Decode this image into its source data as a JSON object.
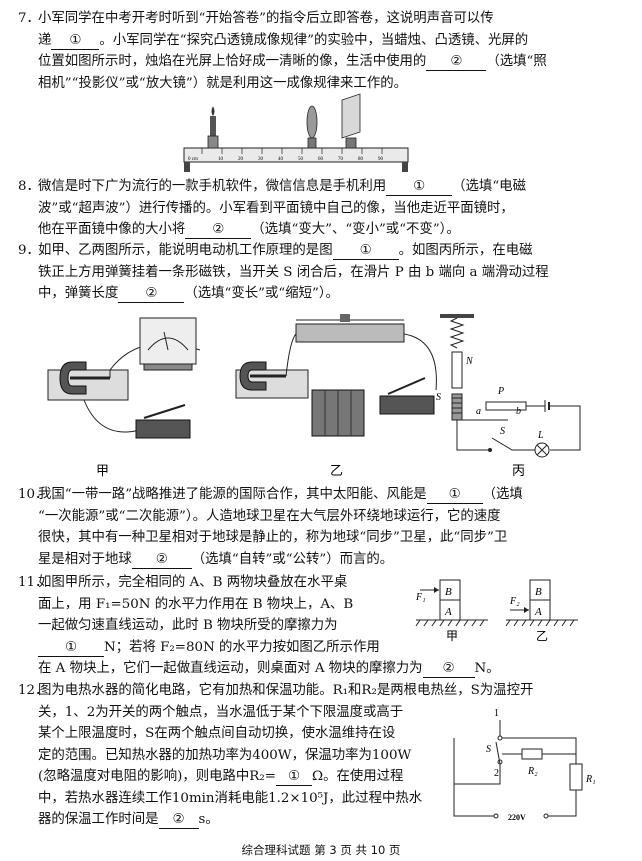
{
  "q7": {
    "number": "7．",
    "l1": "小军同学在中考开考时听到“开始答卷”的指令后立即答卷，这说明声音可以传",
    "l2a": "递",
    "b1": "①",
    "l2b": "。小军同学在“探究凸透镜成像规律”的实验中，当蜡烛、凸透镜、光屏的",
    "l3a": "位置如图所示时，烛焰在光屏上恰好成一清晰的像，生活中使用的",
    "b2": "②",
    "l3b": "（选填“照",
    "l4": "相机”“投影仪”或“放大镜”）就是利用这一成像规律来工作的。",
    "bench_label": "0 cm",
    "ruler_ticks": [
      "10",
      "20",
      "30",
      "40",
      "50",
      "60",
      "70",
      "80",
      "90"
    ]
  },
  "q8": {
    "number": "8．",
    "l1a": "微信是时下广为流行的一款手机软件，微信信息是手机利用",
    "b1": "①",
    "l1b": "（选填“电磁",
    "l2": "波”或“超声波”）进行传播的。小军看到平面镜中自己的像，当他走近平面镜时，",
    "l3a": "他在平面镜中像的大小将",
    "b2": "②",
    "l3b": "（选填“变大”、“变小”或“不变”）。"
  },
  "q9": {
    "number": "9．",
    "l1a": "如甲、乙两图所示，能说明电动机工作原理的是图",
    "b1": "①",
    "l1b": "。如图丙所示，在电磁",
    "l2": "铁正上方用弹簧挂着一条形磁铁，当开关 S 闭合后，在滑片 P 由 b 端向 a 端滑动过程",
    "l3a": "中，弹簧长度",
    "b2": "②",
    "l3b": "（选填“变长”或“缩短”）。",
    "label_jia": "甲",
    "label_yi": "乙",
    "label_bing": "丙",
    "fig_N": "N",
    "fig_S": "S",
    "fig_P": "P",
    "fig_a": "a",
    "fig_b": "b",
    "fig_S2": "S",
    "fig_L": "L"
  },
  "q10": {
    "number": "10．",
    "l1a": "我国“一带一路”战略推进了能源的国际合作，其中太阳能、风能是",
    "b1": "①",
    "l1b": "（选填",
    "l2": "“一次能源”或“二次能源”）。人造地球卫星在大气层外环绕地球运行，它的速度",
    "l3": "很快，其中有一种卫星相对于地球是静止的，称为地球“同步”卫星，此“同步”卫",
    "l4a": "星是相对于地球",
    "b2": "②",
    "l4b": "（选填“自转”或“公转”）而言的。"
  },
  "q11": {
    "number": "11．",
    "l1": "如图甲所示，完全相同的 A、B 两物块叠放在水平桌",
    "l2": "面上，用 F₁=50N 的水平力作用在 B 物块上，A、B",
    "l3": "一起做匀速直线运动，此时 B 物块所受的摩擦力为",
    "b1": "①",
    "l4b": "N；若将 F₂=80N 的水平力按如图乙所示作用",
    "l5a": "在 A 物块上，它们一起做直线运动，则桌面对 A 物块的摩擦力为",
    "b2": "②",
    "l5b": "N。",
    "fig_A": "A",
    "fig_B": "B",
    "fig_F1": "F₁",
    "fig_F2": "F₂",
    "label_jia": "甲",
    "label_yi": "乙"
  },
  "q12": {
    "number": "12．",
    "l1": "图为电热水器的简化电路，它有加热和保温功能。R₁和R₂是两根电热丝，S为温控开",
    "l2": "关，1、2为开关的两个触点，当水温低于某个下限温度或高于",
    "l3": "某个上限温度时，S在两个触点间自动切换，使水温维持在设",
    "l4": "定的范围。已知热水器的加热功率为400W，保温功率为100W",
    "l5a": "(忽略温度对电阻的影响)，则电路中R₂=",
    "b1": "①",
    "l5b": "Ω。在使用过程",
    "l6": "中，若热水器连续工作10min消耗电能1.2×10⁵J，此过程中热水",
    "l7a": "器的保温工作时间是",
    "b2": "②",
    "l7b": "s。",
    "fig_1": "1",
    "fig_2": "2",
    "fig_S": "S",
    "fig_R1": "R₁",
    "fig_R2": "R₂",
    "fig_V": "220V"
  },
  "footer": "综合理科试题  第 3 页  共 10 页"
}
